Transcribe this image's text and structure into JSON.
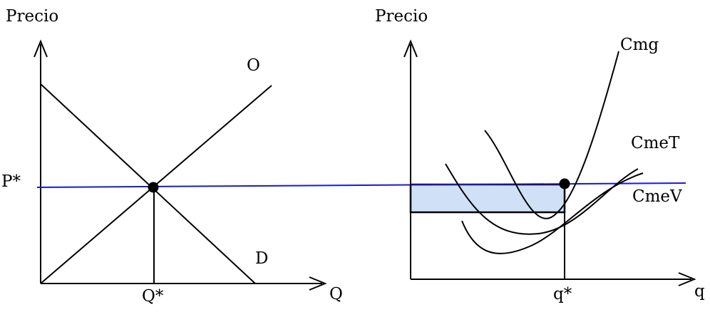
{
  "left_panel": {
    "y_axis_label": "Precio",
    "x_axis_label": "Q",
    "price_label": "P*",
    "quantity_label": "Q*",
    "supply_label": "O",
    "demand_label": "D"
  },
  "right_panel": {
    "y_axis_label": "Precio",
    "x_axis_label": "q",
    "quantity_label": "q*",
    "marginal_cost_label": "Cmg",
    "average_total_cost_label": "CmeT",
    "average_variable_cost_label": "CmeV"
  },
  "colors": {
    "price_line": "#1a1acc",
    "profit_fill": "#cfe0f7",
    "ink": "#000000"
  }
}
